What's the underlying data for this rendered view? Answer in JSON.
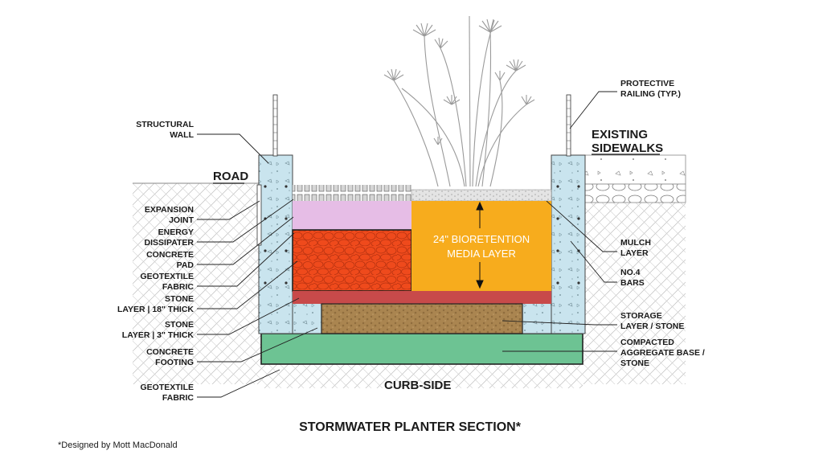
{
  "labels_left": {
    "structural_wall": [
      "STRUCTURAL",
      "WALL"
    ],
    "expansion_joint": [
      "EXPANSION",
      "JOINT"
    ],
    "energy_dissipater": [
      "ENERGY",
      "DISSIPATER"
    ],
    "concrete_pad": [
      "CONCRETE",
      "PAD"
    ],
    "geotextile_fabric_upper": [
      "GEOTEXTILE",
      "FABRIC"
    ],
    "stone_layer_18": [
      "STONE",
      "LAYER | 18\" THICK"
    ],
    "stone_layer_3": [
      "STONE",
      "LAYER | 3\" THICK"
    ],
    "concrete_footing": [
      "CONCRETE",
      "FOOTING"
    ],
    "geotextile_fabric_lower": [
      "GEOTEXTILE",
      "FABRIC"
    ]
  },
  "labels_right": {
    "protective_railing": [
      "PROTECTIVE",
      "RAILING (TYP.)"
    ],
    "mulch_layer": [
      "MULCH",
      "LAYER"
    ],
    "no4_bars": [
      "NO.4",
      "BARS"
    ],
    "storage_layer": [
      "STORAGE",
      "LAYER / STONE"
    ],
    "compacted_base": [
      "COMPACTED",
      "AGGREGATE BASE /",
      "STONE"
    ]
  },
  "headers": {
    "road": "ROAD",
    "existing_sidewalks": [
      "EXISTING",
      "SIDEWALKS"
    ],
    "curb_side": "CURB-SIDE"
  },
  "media_label": [
    "24\" BIORETENTION",
    "MEDIA LAYER"
  ],
  "title": "STORMWATER PLANTER SECTION*",
  "footnote": "*Designed by Mott MacDonald",
  "colors": {
    "concrete_wall": "#c9e4ee",
    "energy_dissipater": "#e6bde6",
    "stone_18": "#ef4a1c",
    "bioretention_media": "#f7ac1d",
    "stone_3": "#c84a4a",
    "storage_stone": "#aa8550",
    "footing": "#6dc393",
    "gravel": "#dcdcdc"
  }
}
